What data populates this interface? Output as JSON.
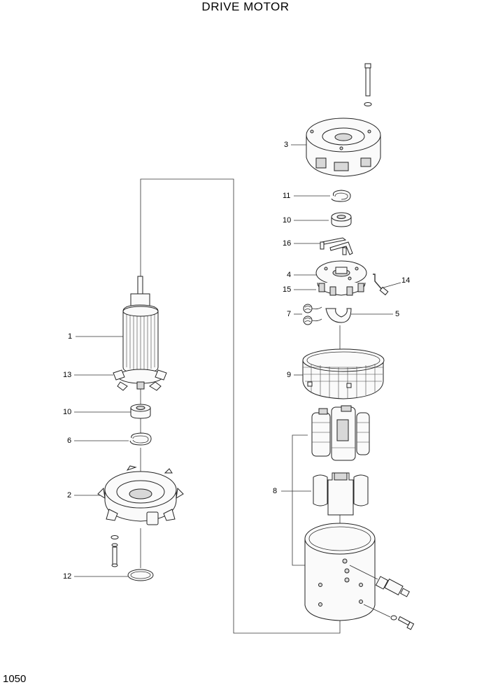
{
  "title": "DRIVE MOTOR",
  "page_number": "1050",
  "callouts": {
    "armature": "1",
    "end_frame": "2",
    "end_head": "3",
    "brush_plate": "4",
    "brush_clip": "5",
    "snap_ring_6": "6",
    "springs": "7",
    "field_assembly": "8",
    "cover_band": "9",
    "bearing_lower": "10",
    "bearing_upper": "10",
    "snap_ring_11": "11",
    "o_ring": "12",
    "fan": "13",
    "sensor_lead": "14",
    "brush_holder": "15",
    "terminal_link": "16"
  }
}
